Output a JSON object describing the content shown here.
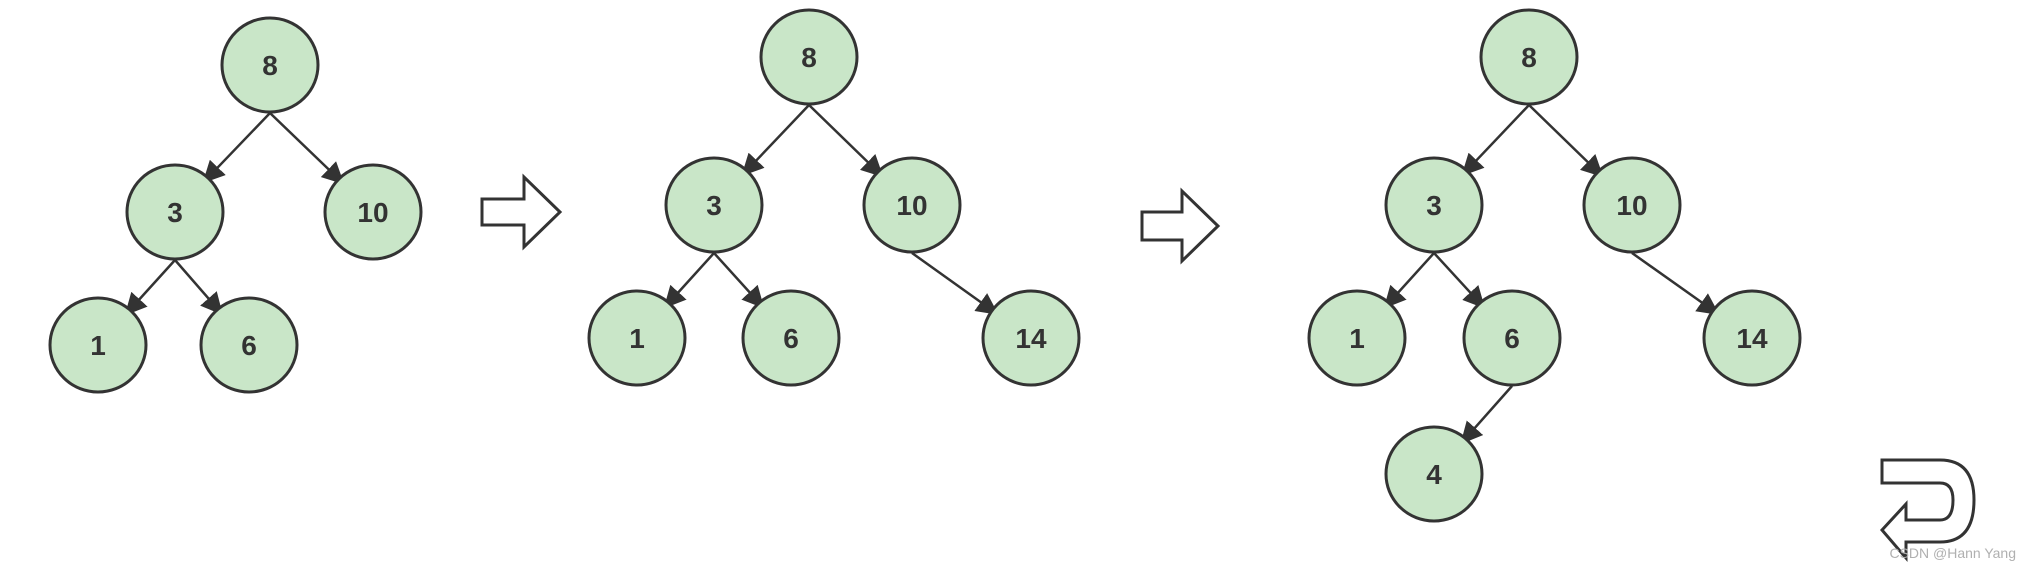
{
  "node_fill": "#c9e6c8",
  "stroke_color": "#333333",
  "trees": [
    {
      "name": "tree-1",
      "nodes": [
        {
          "id": "n8",
          "label": "8"
        },
        {
          "id": "n3",
          "label": "3"
        },
        {
          "id": "n10",
          "label": "10"
        },
        {
          "id": "n1",
          "label": "1"
        },
        {
          "id": "n6",
          "label": "6"
        }
      ],
      "edges": [
        [
          "n8",
          "n3"
        ],
        [
          "n8",
          "n10"
        ],
        [
          "n3",
          "n1"
        ],
        [
          "n3",
          "n6"
        ]
      ]
    },
    {
      "name": "tree-2",
      "nodes": [
        {
          "id": "n8",
          "label": "8"
        },
        {
          "id": "n3",
          "label": "3"
        },
        {
          "id": "n10",
          "label": "10"
        },
        {
          "id": "n1",
          "label": "1"
        },
        {
          "id": "n6",
          "label": "6"
        },
        {
          "id": "n14",
          "label": "14"
        }
      ],
      "edges": [
        [
          "n8",
          "n3"
        ],
        [
          "n8",
          "n10"
        ],
        [
          "n3",
          "n1"
        ],
        [
          "n3",
          "n6"
        ],
        [
          "n10",
          "n14"
        ]
      ]
    },
    {
      "name": "tree-3",
      "nodes": [
        {
          "id": "n8",
          "label": "8"
        },
        {
          "id": "n3",
          "label": "3"
        },
        {
          "id": "n10",
          "label": "10"
        },
        {
          "id": "n1",
          "label": "1"
        },
        {
          "id": "n6",
          "label": "6"
        },
        {
          "id": "n14",
          "label": "14"
        },
        {
          "id": "n4",
          "label": "4"
        }
      ],
      "edges": [
        [
          "n8",
          "n3"
        ],
        [
          "n8",
          "n10"
        ],
        [
          "n3",
          "n1"
        ],
        [
          "n3",
          "n6"
        ],
        [
          "n10",
          "n14"
        ],
        [
          "n6",
          "n4"
        ]
      ]
    }
  ],
  "watermark": "CSDN @Hann Yang"
}
